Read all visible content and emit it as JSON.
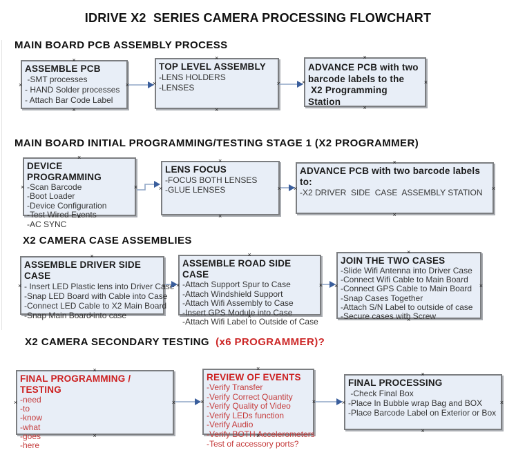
{
  "title": "IDRIVE X2  SERIES CAMERA PROCESSING FLOWCHART",
  "colors": {
    "box_fill": "#e8eef7",
    "box_border": "#7b7d80",
    "arrow_line": "#8fa5c6",
    "arrow_head": "#3a5e9c",
    "red_text": "#cc2626",
    "black_text": "#1f1f1f"
  },
  "icons": {
    "connection_handle": "×"
  },
  "sections": [
    {
      "heading": "MAIN BOARD PCB ASSEMBLY PROCESS",
      "heading_red": "",
      "boxes": [
        {
          "title": "ASSEMBLE PCB",
          "items": [
            " -SMT processes",
            "- HAND Solder processes",
            "- Attach Bar Code Label"
          ]
        },
        {
          "title": "TOP LEVEL ASSEMBLY",
          "items": [
            "-LENS HOLDERS",
            "-LENSES"
          ]
        },
        {
          "title": "ADVANCE PCB with two\nbarcode labels to the\n X2 Programming Station",
          "items": []
        }
      ]
    },
    {
      "heading": "MAIN BOARD INITIAL PROGRAMMING/TESTING STAGE 1 (X2 PROGRAMMER)",
      "heading_red": "",
      "boxes": [
        {
          "title": "DEVICE PROGRAMMING",
          "items": [
            "-Scan Barcode",
            "-Boot Loader",
            "-Device Configuration",
            "-Test Wired Events",
            "-AC SYNC"
          ]
        },
        {
          "title": "LENS FOCUS",
          "items": [
            "-FOCUS BOTH LENSES",
            "-GLUE LENSES"
          ]
        },
        {
          "title": "ADVANCE PCB with two barcode labels to:",
          "items": [
            "-X2 DRIVER  SIDE  CASE  ASSEMBLY STATION"
          ]
        }
      ]
    },
    {
      "heading": "X2 CAMERA CASE ASSEMBLIES",
      "heading_red": "",
      "boxes": [
        {
          "title": "ASSEMBLE DRIVER SIDE CASE",
          "items": [
            "- Insert LED Plastic lens into Driver Case",
            "-Snap LED Board with Cable into Case",
            "-Connect LED Cable to X2 Main Board",
            "-Snap Main Board into case"
          ]
        },
        {
          "title": "ASSEMBLE ROAD SIDE CASE",
          "items": [
            "-Attach Support Spur to Case",
            "-Attach Windshield Support",
            "-Attach Wifi Assembly to Case",
            "-Insert GPS Module into Case",
            "-Attach Wifi Label to Outside of Case"
          ]
        },
        {
          "title": "JOIN THE TWO CASES",
          "items": [
            "-Slide Wifi Antenna into Driver Case",
            "-Connect Wifi Cable to Main Board",
            "-Connect GPS Cable to Main Board",
            "-Snap Cases Together",
            "-Attach S/N Label to outside of case",
            "-Secure cases with Screw"
          ]
        }
      ]
    },
    {
      "heading": "X2 CAMERA SECONDARY TESTING ",
      "heading_red": " (x6 PROGRAMMER)?",
      "boxes": [
        {
          "title": "FINAL PROGRAMMING / TESTING",
          "items": [
            "-need",
            "-to",
            "-know",
            "-what",
            "-goes",
            "-here"
          ]
        },
        {
          "title": "REVIEW OF EVENTS",
          "items": [
            "-Verify Transfer",
            "-Verify Correct Quantity",
            "-Verify Quality of Video",
            "-Verify LEDs function",
            "-Verify Audio",
            "-Verify BOTH Accelerometers",
            "-Test of accessory ports?"
          ]
        },
        {
          "title": "FINAL PROCESSING",
          "items": [
            " -Check Final Box",
            "-Place In Bubble wrap Bag and BOX",
            "-Place Barcode Label on Exterior or Box"
          ]
        }
      ]
    }
  ]
}
